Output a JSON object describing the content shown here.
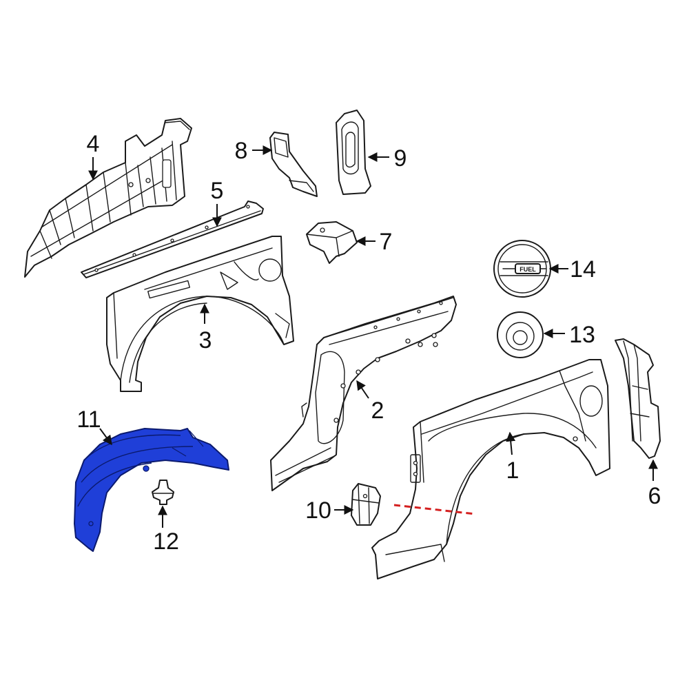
{
  "colors": {
    "line": "#1a1a1a",
    "highlight_fill": "#1f3fd8",
    "highlight_stroke": "#0b1a6e",
    "cut_line": "#d42020",
    "background": "#ffffff"
  },
  "diagram": {
    "callouts": {
      "c1": "1",
      "c2": "2",
      "c3": "3",
      "c4": "4",
      "c5": "5",
      "c6": "6",
      "c7": "7",
      "c8": "8",
      "c9": "9",
      "c10": "10",
      "c11": "11",
      "c12": "12",
      "c13": "13",
      "c14": "14"
    },
    "fuel_door_text": "FUEL",
    "highlighted_part": "11"
  }
}
